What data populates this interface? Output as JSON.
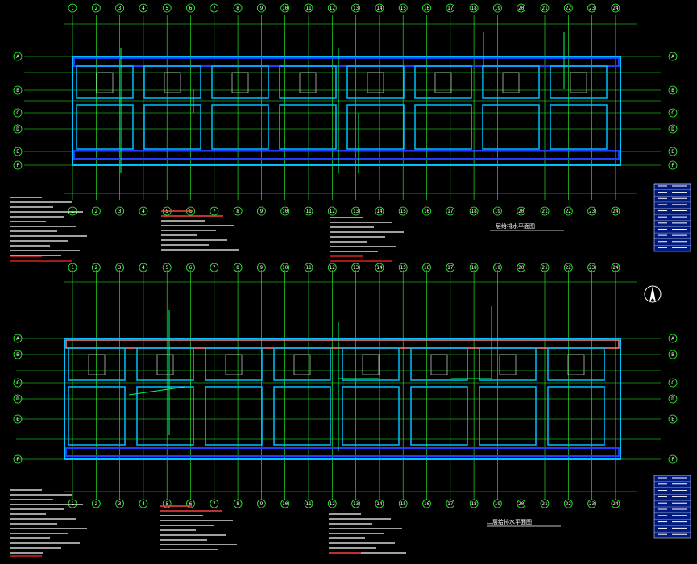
{
  "grid_labels_top": [
    "1",
    "2",
    "3",
    "4",
    "5",
    "6",
    "7",
    "8",
    "9",
    "10",
    "11",
    "12",
    "13",
    "14",
    "15",
    "16",
    "17",
    "18",
    "19",
    "20",
    "21",
    "22",
    "23",
    "24"
  ],
  "grid_labels_left": [
    "A",
    "B",
    "C",
    "D",
    "E",
    "F"
  ],
  "plan_titles": [
    "一层给排水平面图",
    "二层给排水平面图"
  ],
  "colors": {
    "background": "#000000",
    "grid": "#2bff2b",
    "wall": "#00bfff",
    "pipe_blue": "#1f3cff",
    "pipe_green": "#00ff66",
    "note_red": "#ff2b2b",
    "note_white": "#ffffff",
    "roof": "#ff8080",
    "legend_bg": "#001a80"
  },
  "icons": [
    "north-arrow-icon"
  ]
}
